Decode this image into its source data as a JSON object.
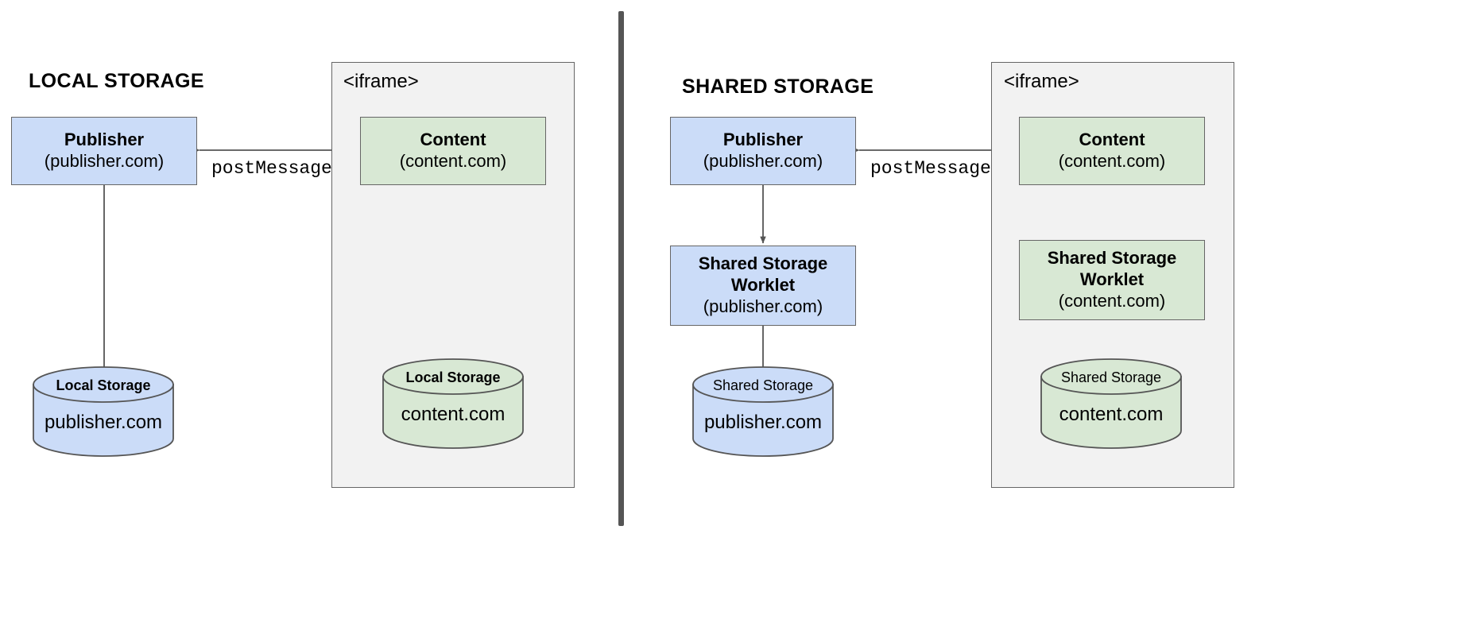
{
  "diagram": {
    "title_hidden": "",
    "colors": {
      "blue_fill": "#cbdcf8",
      "green_fill": "#d8e8d4",
      "iframe_bg": "#f2f2f2",
      "stroke": "#666666",
      "divider": "#555555"
    }
  },
  "left": {
    "section_title": "LOCAL STORAGE",
    "iframe_label": "<iframe>",
    "publisher": {
      "name": "Publisher",
      "origin": "(publisher.com)"
    },
    "content": {
      "name": "Content",
      "origin": "(content.com)"
    },
    "publisher_store": {
      "cap": "Local Storage",
      "origin": "publisher.com"
    },
    "content_store": {
      "cap": "Local Storage",
      "origin": "content.com"
    },
    "post_message": "postMessage"
  },
  "right": {
    "section_title": "SHARED STORAGE",
    "iframe_label": "<iframe>",
    "publisher": {
      "name": "Publisher",
      "origin": "(publisher.com)"
    },
    "publisher_worklet": {
      "name_line1": "Shared Storage",
      "name_line2": "Worklet",
      "origin": "(publisher.com)"
    },
    "content": {
      "name": "Content",
      "origin": "(content.com)"
    },
    "content_worklet": {
      "name_line1": "Shared Storage",
      "name_line2": "Worklet",
      "origin": "(content.com)"
    },
    "publisher_store": {
      "cap": "Shared Storage",
      "origin": "publisher.com"
    },
    "content_store": {
      "cap": "Shared Storage",
      "origin": "content.com"
    },
    "post_message": "postMessage"
  }
}
